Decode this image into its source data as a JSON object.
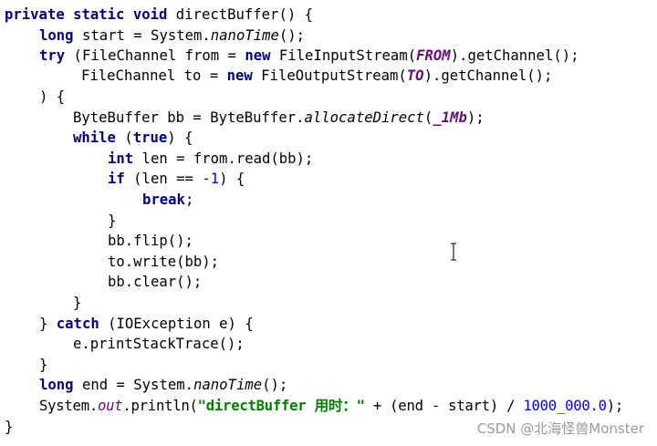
{
  "code": {
    "l1": {
      "kw": "private static void",
      "rest": " directBuffer() {"
    },
    "l2": {
      "kw": "long",
      "a": " start = System.",
      "it": "nanoTime",
      "b": "();"
    },
    "l3": {
      "kw1": "try",
      "a": " (FileChannel from = ",
      "kw2": "new",
      "b": " FileInputStream(",
      "sf": "FROM",
      "c": ").getChannel();"
    },
    "l4": {
      "a": "FileChannel to = ",
      "kw": "new",
      "b": " FileOutputStream(",
      "sf": "TO",
      "c": ").getChannel();"
    },
    "l5": {
      "text": ") {"
    },
    "l6": {
      "a": "ByteBuffer bb = ByteBuffer.",
      "it": "allocateDirect",
      "b": "(",
      "sf": "_1Mb",
      "c": ");"
    },
    "l7": {
      "kw1": "while",
      "a": " (",
      "kw2": "true",
      "b": ") {"
    },
    "l8": {
      "kw": "int",
      "a": " len = from.read(bb);"
    },
    "l9": {
      "kw": "if",
      "a": " (len == ",
      "num": "-1",
      "b": ") {"
    },
    "l10": {
      "kw": "break",
      "a": ";"
    },
    "l11": {
      "text": "}"
    },
    "l12": {
      "text": "bb.flip();"
    },
    "l13": {
      "text": "to.write(bb);"
    },
    "l14": {
      "text": "bb.clear();"
    },
    "l15": {
      "text": "}"
    },
    "l16": {
      "a": "} ",
      "kw": "catch",
      "b": " (IOException e) {"
    },
    "l17": {
      "text": "e.printStackTrace();"
    },
    "l18": {
      "text": "}"
    },
    "l19": {
      "kw": "long",
      "a": " end = System.",
      "it": "nanoTime",
      "b": "();"
    },
    "l20": {
      "a": "System.",
      "so": "out",
      "b": ".println(",
      "str": "\"directBuffer 用时：\"",
      "c": " + (end - start) / ",
      "num": "1000_000.0",
      "d": ");"
    },
    "l21": {
      "text": "}"
    }
  },
  "watermark": "CSDN @北海怪兽Monster",
  "icons": {
    "cursor": "text-cursor-icon"
  },
  "colors": {
    "keyword": "#000080",
    "static_field": "#660e7a",
    "string": "#008000",
    "number": "#0000ff",
    "watermark": "#9a9a9a"
  }
}
